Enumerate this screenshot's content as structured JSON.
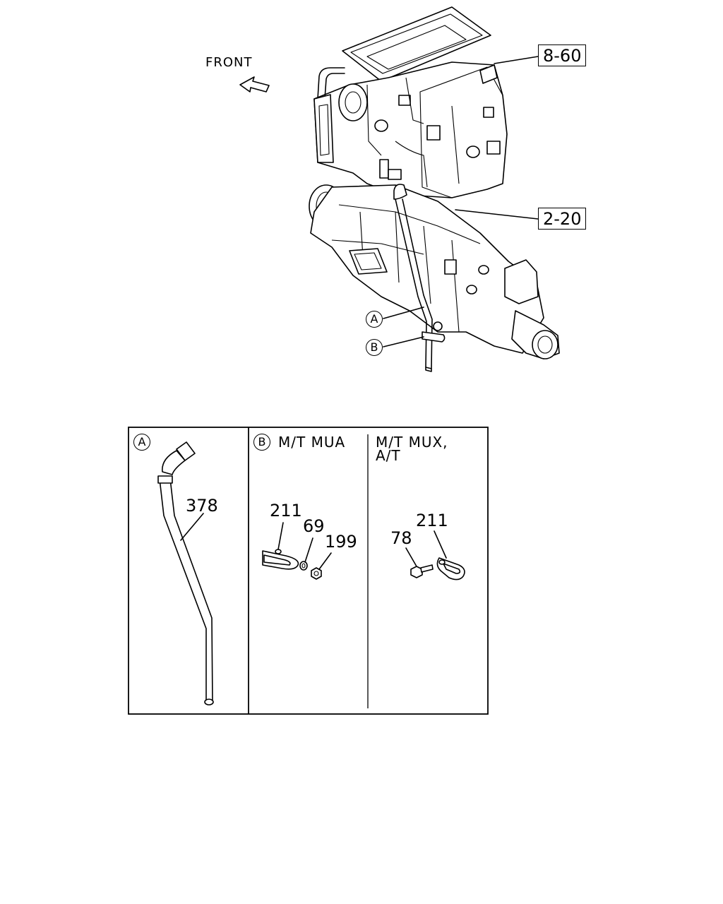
{
  "front_label": "FRONT",
  "refs": {
    "heater_unit": "8-60",
    "transmission": "2-20"
  },
  "callouts": {
    "a": "A",
    "b": "B"
  },
  "detail_a": {
    "marker": "A",
    "parts": {
      "tube": "378"
    }
  },
  "detail_b": {
    "marker": "B",
    "left": {
      "heading": "M/T MUA",
      "parts": {
        "clip": "211",
        "washer": "69",
        "nut": "199"
      }
    },
    "right": {
      "heading_line1": "M/T MUX,",
      "heading_line2": "A/T",
      "parts": {
        "clip": "211",
        "bolt": "78"
      }
    }
  }
}
